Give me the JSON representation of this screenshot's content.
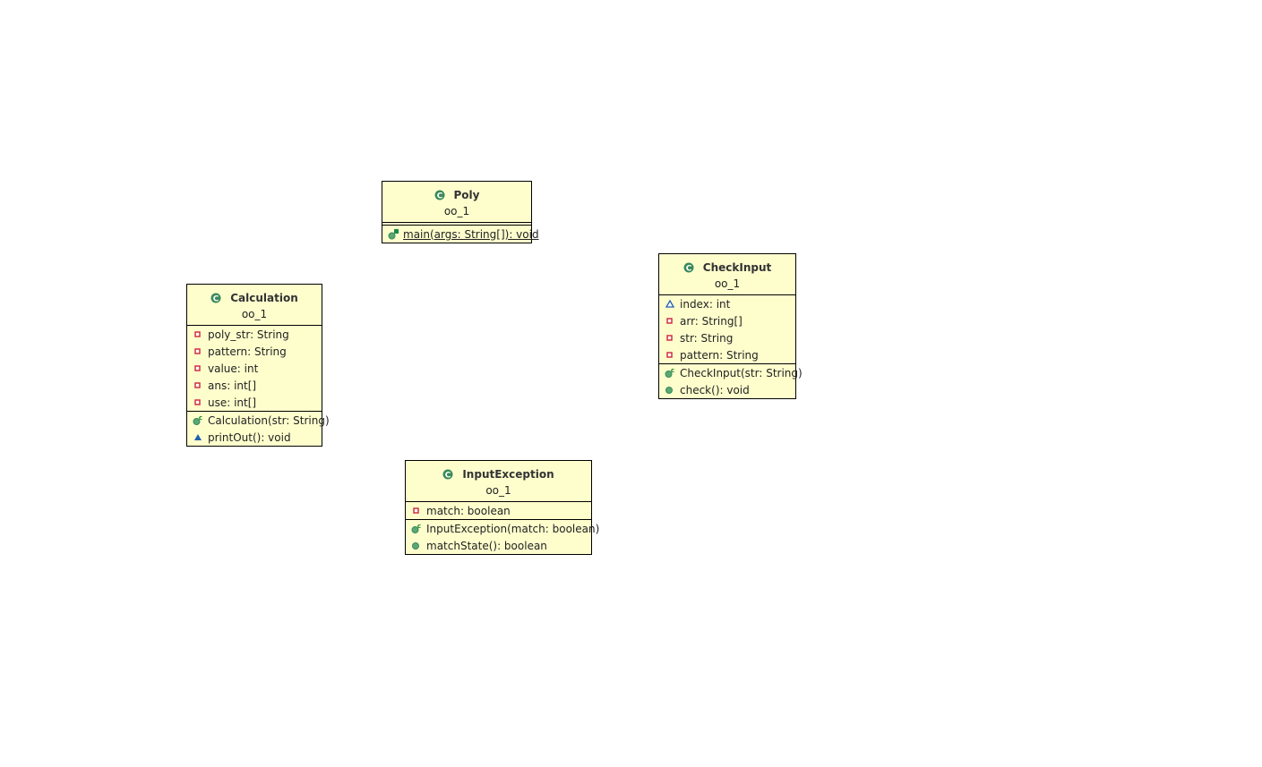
{
  "colors": {
    "fill": "#fefecd",
    "private": "#d03040",
    "package": "#2060b0",
    "public": "#3a9a5a"
  },
  "classes": [
    {
      "name": "Poly",
      "package": "oo_1",
      "attributes": [],
      "methods": [
        {
          "text": "main(args: String[]): void",
          "icon": "public-static-method-icon",
          "static": true
        }
      ]
    },
    {
      "name": "Calculation",
      "package": "oo_1",
      "attributes": [
        {
          "text": "poly_str: String",
          "icon": "private-field-icon"
        },
        {
          "text": "pattern: String",
          "icon": "private-field-icon"
        },
        {
          "text": "value: int",
          "icon": "private-field-icon"
        },
        {
          "text": "ans: int[]",
          "icon": "private-field-icon"
        },
        {
          "text": "use: int[]",
          "icon": "private-field-icon"
        }
      ],
      "methods": [
        {
          "text": "Calculation(str: String)",
          "icon": "constructor-icon"
        },
        {
          "text": "printOut(): void",
          "icon": "package-method-icon"
        }
      ]
    },
    {
      "name": "CheckInput",
      "package": "oo_1",
      "attributes": [
        {
          "text": "index: int",
          "icon": "package-field-icon"
        },
        {
          "text": "arr: String[]",
          "icon": "private-field-icon"
        },
        {
          "text": "str: String",
          "icon": "private-field-icon"
        },
        {
          "text": "pattern: String",
          "icon": "private-field-icon"
        }
      ],
      "methods": [
        {
          "text": "CheckInput(str: String)",
          "icon": "constructor-icon"
        },
        {
          "text": "check(): void",
          "icon": "public-method-icon"
        }
      ]
    },
    {
      "name": "InputException",
      "package": "oo_1",
      "attributes": [
        {
          "text": "match: boolean",
          "icon": "private-field-icon"
        }
      ],
      "methods": [
        {
          "text": "InputException(match: boolean)",
          "icon": "constructor-icon"
        },
        {
          "text": "matchState(): boolean",
          "icon": "public-method-icon"
        }
      ]
    }
  ]
}
